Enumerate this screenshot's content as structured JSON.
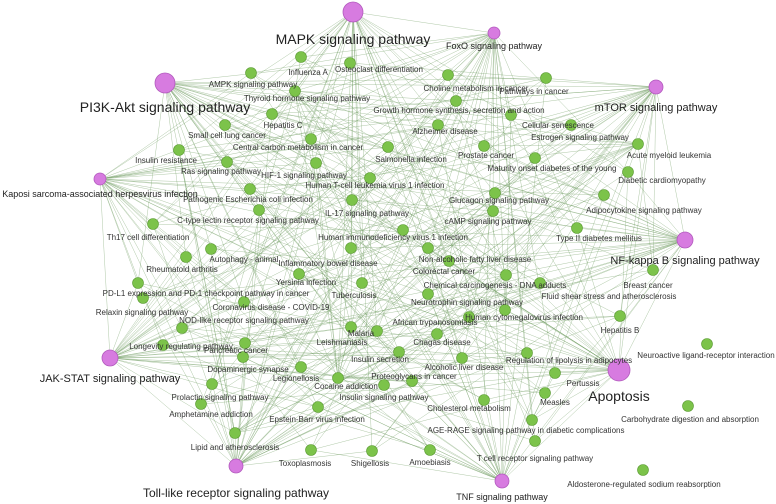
{
  "colors": {
    "hub": "#d77be0",
    "small": "#7cc34a",
    "edge": "#6e9a5e"
  },
  "hubs": [
    {
      "id": "mapk",
      "label": "MAPK signaling pathway"
    },
    {
      "id": "pi3k",
      "label": "PI3K-Akt signaling pathway"
    },
    {
      "id": "foxo",
      "label": "FoxO signaling pathway"
    },
    {
      "id": "mtor",
      "label": "mTOR signaling pathway"
    },
    {
      "id": "kaposi",
      "label": "Kaposi sarcoma-associated herpesvirus infection"
    },
    {
      "id": "nfkb",
      "label": "NF-kappa B signaling pathway"
    },
    {
      "id": "jak",
      "label": "JAK-STAT signaling pathway"
    },
    {
      "id": "apop",
      "label": "Apoptosis"
    },
    {
      "id": "toll",
      "label": "Toll-like receptor signaling pathway"
    },
    {
      "id": "tnf",
      "label": "TNF signaling pathway"
    }
  ],
  "nodes": [
    {
      "id": "n1",
      "label": "Influenza A"
    },
    {
      "id": "n2",
      "label": "Osteoclast differentiation"
    },
    {
      "id": "n3",
      "label": "AMPK signaling pathway"
    },
    {
      "id": "n4",
      "label": "Choline metabolism in cancer"
    },
    {
      "id": "n5",
      "label": "Pathways in cancer"
    },
    {
      "id": "n6",
      "label": "Thyroid hormone signaling pathway"
    },
    {
      "id": "n7",
      "label": "Growth hormone synthesis, secretion and action"
    },
    {
      "id": "n8",
      "label": "Cellular senescence"
    },
    {
      "id": "n9",
      "label": "Hepatitis C"
    },
    {
      "id": "n10",
      "label": "Alzheimer disease"
    },
    {
      "id": "n11",
      "label": "Small cell lung cancer"
    },
    {
      "id": "n12",
      "label": "Estrogen signaling pathway"
    },
    {
      "id": "n13",
      "label": "Central carbon metabolism in cancer"
    },
    {
      "id": "n14",
      "label": "Insulin resistance"
    },
    {
      "id": "n15",
      "label": "Salmonella infection"
    },
    {
      "id": "n16",
      "label": "Prostate cancer"
    },
    {
      "id": "n17",
      "label": "Acute myeloid leukemia"
    },
    {
      "id": "n18",
      "label": "Ras signaling pathway"
    },
    {
      "id": "n19",
      "label": "Maturity onset diabetes of the young"
    },
    {
      "id": "n20",
      "label": "HIF-1 signaling pathway"
    },
    {
      "id": "n21",
      "label": "Diabetic cardiomyopathy"
    },
    {
      "id": "n22",
      "label": "Human T-cell leukemia virus 1 infection"
    },
    {
      "id": "n23",
      "label": "Pathogenic Escherichia coli infection"
    },
    {
      "id": "n24",
      "label": "Glucagon signaling pathway"
    },
    {
      "id": "n25",
      "label": "Adipocytokine signaling pathway"
    },
    {
      "id": "n26",
      "label": "IL-17 signaling pathway"
    },
    {
      "id": "n27",
      "label": "C-type lectin receptor signaling pathway"
    },
    {
      "id": "n28",
      "label": "cAMP signaling pathway"
    },
    {
      "id": "n29",
      "label": "Th17 cell differentiation"
    },
    {
      "id": "n30",
      "label": "Human immunodeficiency virus 1 infection"
    },
    {
      "id": "n31",
      "label": "Type II diabetes mellitus"
    },
    {
      "id": "n32",
      "label": "Autophagy - animal"
    },
    {
      "id": "n33",
      "label": "Non-alcoholic fatty liver disease"
    },
    {
      "id": "n34",
      "label": "Inflammatory bowel disease"
    },
    {
      "id": "n35",
      "label": "Rheumatoid arthritis"
    },
    {
      "id": "n36",
      "label": "Colorectal cancer"
    },
    {
      "id": "n37",
      "label": "Breast cancer"
    },
    {
      "id": "n38",
      "label": "Yersinia infection"
    },
    {
      "id": "n39",
      "label": "Chemical carcinogenesis - DNA adducts"
    },
    {
      "id": "n40",
      "label": "PD-L1 expression and PD-1 checkpoint pathway in cancer"
    },
    {
      "id": "n41",
      "label": "Tuberculosis"
    },
    {
      "id": "n42",
      "label": "Fluid shear stress and atherosclerosis"
    },
    {
      "id": "n43",
      "label": "Neurotrophin signaling pathway"
    },
    {
      "id": "n44",
      "label": "Relaxin signaling pathway"
    },
    {
      "id": "n45",
      "label": "Coronavirus disease - COVID-19"
    },
    {
      "id": "n46",
      "label": "Human cytomegalovirus infection"
    },
    {
      "id": "n47",
      "label": "Hepatitis B"
    },
    {
      "id": "n48",
      "label": "NOD-like receptor signaling pathway"
    },
    {
      "id": "n49",
      "label": "African trypanosomiasis"
    },
    {
      "id": "n50",
      "label": "Malaria"
    },
    {
      "id": "n51",
      "label": "Leishmaniasis"
    },
    {
      "id": "n52",
      "label": "Chagas disease"
    },
    {
      "id": "n53",
      "label": "Longevity regulating pathway"
    },
    {
      "id": "n54",
      "label": "Pancreatic cancer"
    },
    {
      "id": "n55",
      "label": "Regulation of lipolysis in adipocytes"
    },
    {
      "id": "n56",
      "label": "Neuroactive ligand-receptor interaction"
    },
    {
      "id": "n57",
      "label": "Insulin secretion"
    },
    {
      "id": "n58",
      "label": "Dopaminergic synapse"
    },
    {
      "id": "n59",
      "label": "Alcoholic liver disease"
    },
    {
      "id": "n60",
      "label": "Legionellosis"
    },
    {
      "id": "n61",
      "label": "Cocaine addiction"
    },
    {
      "id": "n62",
      "label": "Proteoglycans in cancer"
    },
    {
      "id": "n63",
      "label": "Pertussis"
    },
    {
      "id": "n64",
      "label": "Prolactin signaling pathway"
    },
    {
      "id": "n65",
      "label": "Measles"
    },
    {
      "id": "n66",
      "label": "Amphetamine addiction"
    },
    {
      "id": "n67",
      "label": "Insulin signaling pathway"
    },
    {
      "id": "n68",
      "label": "Cholesterol metabolism"
    },
    {
      "id": "n69",
      "label": "Carbohydrate digestion and absorption"
    },
    {
      "id": "n70",
      "label": "Epstein-Barr virus infection"
    },
    {
      "id": "n71",
      "label": "AGE-RAGE signaling pathway in diabetic complications"
    },
    {
      "id": "n72",
      "label": "Lipid and atherosclerosis"
    },
    {
      "id": "n73",
      "label": "Toxoplasmosis"
    },
    {
      "id": "n74",
      "label": "Shigellosis"
    },
    {
      "id": "n75",
      "label": "Amoebiasis"
    },
    {
      "id": "n76",
      "label": "T cell receptor signaling pathway"
    },
    {
      "id": "n77",
      "label": "Aldosterone-regulated sodium reabsorption"
    }
  ]
}
